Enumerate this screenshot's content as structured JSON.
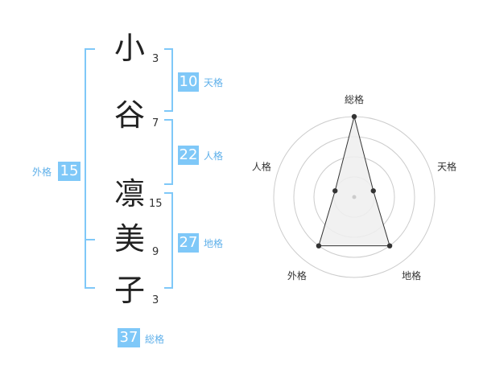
{
  "name": {
    "chars": [
      {
        "char": "小",
        "strokes": "3"
      },
      {
        "char": "谷",
        "strokes": "7"
      },
      {
        "char": "凛",
        "strokes": "15"
      },
      {
        "char": "美",
        "strokes": "9"
      },
      {
        "char": "子",
        "strokes": "3"
      }
    ]
  },
  "fortunes": {
    "tenkaku": {
      "label": "天格",
      "value": "10"
    },
    "jinkaku": {
      "label": "人格",
      "value": "22"
    },
    "chikaku": {
      "label": "地格",
      "value": "27"
    },
    "gaikaku": {
      "label": "外格",
      "value": "15"
    },
    "soukaku": {
      "label": "総格",
      "value": "37"
    }
  },
  "chart_data": {
    "type": "radar",
    "axes": [
      "総格",
      "天格",
      "地格",
      "外格",
      "人格"
    ],
    "values": [
      4,
      1,
      3,
      3,
      1
    ],
    "max": 4,
    "rings": 4,
    "fill_color": "#eeeeee",
    "line_color": "#333333",
    "grid_color": "#cccccc"
  },
  "colors": {
    "accent": "#7fc8f8",
    "label": "#5fb0ea"
  }
}
